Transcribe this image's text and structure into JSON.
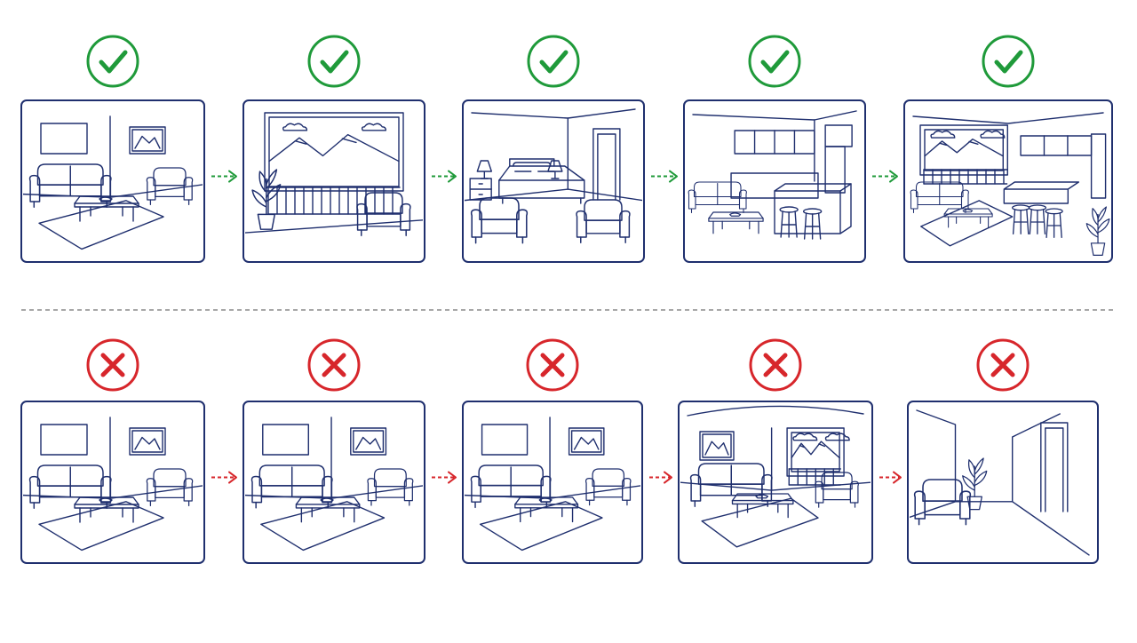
{
  "colors": {
    "stroke": "#1f2f6e",
    "good": "#1f9a3a",
    "bad": "#d7262b",
    "divider": "#8a8a8a"
  },
  "rows": [
    {
      "kind": "good",
      "status_icon": "check-icon",
      "connector": "dashed-arrow",
      "frames": [
        {
          "scene": "living-room",
          "objects": [
            "frame-left",
            "picture",
            "wall-corner",
            "sofa",
            "armchair",
            "coffee-table",
            "rug"
          ]
        },
        {
          "scene": "balcony-window",
          "objects": [
            "mountain-window",
            "railing",
            "plant",
            "armchair"
          ]
        },
        {
          "scene": "bedroom",
          "objects": [
            "bed",
            "nightstand",
            "lamps",
            "two-armchairs",
            "doorway"
          ]
        },
        {
          "scene": "kitchen",
          "objects": [
            "cabinets",
            "island",
            "stools",
            "sofa",
            "coffee-table"
          ]
        },
        {
          "scene": "open-plan",
          "objects": [
            "mountain-window",
            "kitchen",
            "stools",
            "sofa",
            "coffee-table",
            "plant"
          ]
        }
      ]
    },
    {
      "kind": "bad",
      "status_icon": "cross-icon",
      "connector": "dashed-arrow",
      "frames": [
        {
          "scene": "living-room",
          "objects": [
            "frame-left",
            "picture",
            "wall-corner",
            "sofa",
            "armchair",
            "coffee-table",
            "rug"
          ]
        },
        {
          "scene": "living-room",
          "objects": [
            "frame-left",
            "picture",
            "wall-corner",
            "sofa",
            "armchair",
            "coffee-table",
            "rug"
          ]
        },
        {
          "scene": "living-room",
          "objects": [
            "frame-left",
            "picture",
            "wall-corner",
            "sofa",
            "armchair",
            "coffee-table",
            "rug"
          ]
        },
        {
          "scene": "living-room-wide",
          "objects": [
            "picture",
            "mountain-window",
            "sofa",
            "armchair",
            "coffee-table",
            "rug"
          ]
        },
        {
          "scene": "empty-corner",
          "objects": [
            "doorway",
            "armchair",
            "plant"
          ]
        }
      ]
    }
  ]
}
